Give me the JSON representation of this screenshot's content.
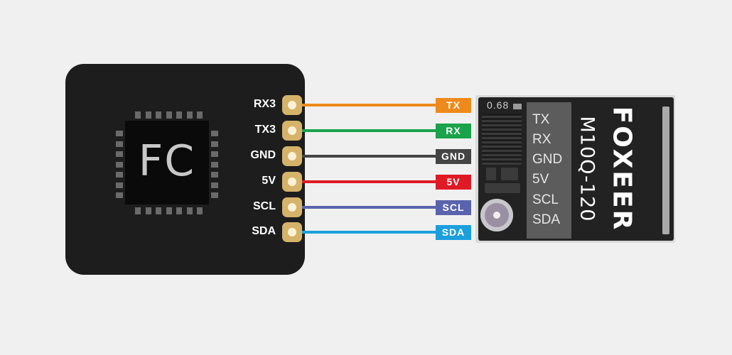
{
  "fc": {
    "chip_label": "FC",
    "pins": [
      {
        "label": "RX3"
      },
      {
        "label": "TX3"
      },
      {
        "label": "GND"
      },
      {
        "label": "5V"
      },
      {
        "label": "SCL"
      },
      {
        "label": "SDA"
      }
    ]
  },
  "connections": [
    {
      "label": "TX",
      "color": "#ee8a1c"
    },
    {
      "label": "RX",
      "color": "#1aa34a"
    },
    {
      "label": "GND",
      "color": "#444444"
    },
    {
      "label": "5V",
      "color": "#e01a25"
    },
    {
      "label": "SCL",
      "color": "#5a63ad"
    },
    {
      "label": "SDA",
      "color": "#1ca0dd"
    }
  ],
  "gps": {
    "board_text": "0.68",
    "brand": "FOXEER",
    "model": "M10Q-120",
    "pins": [
      "TX",
      "RX",
      "GND",
      "5V",
      "SCL",
      "SDA"
    ]
  }
}
